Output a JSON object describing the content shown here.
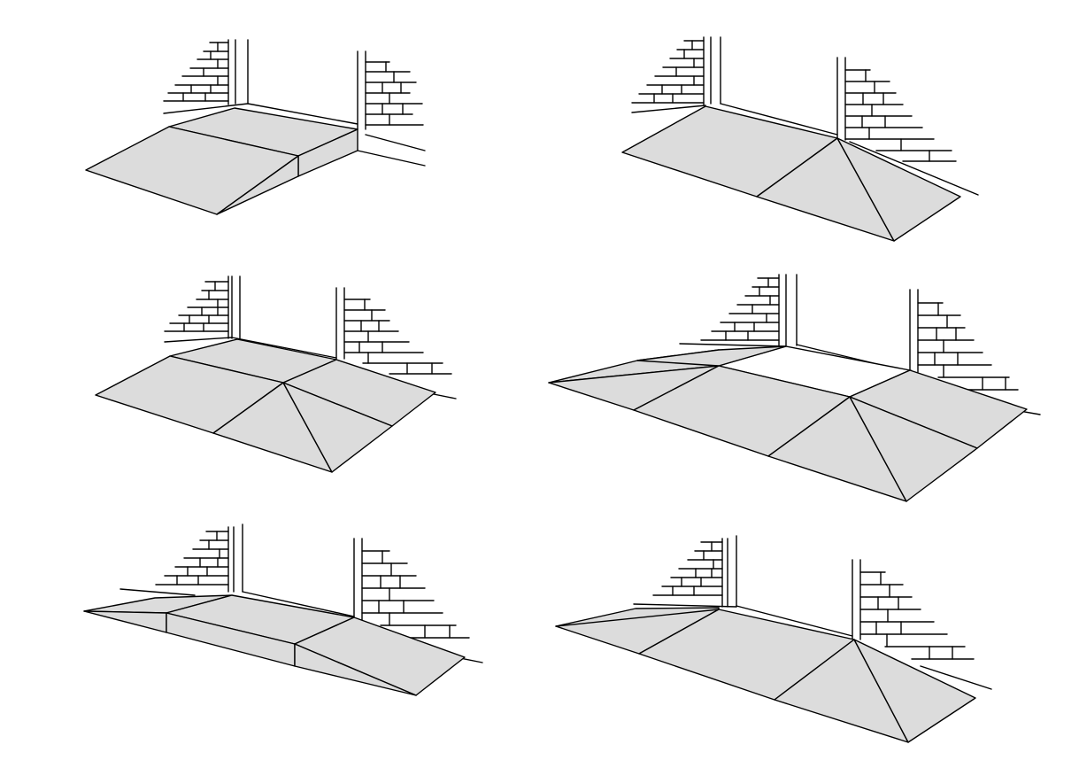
{
  "figure": {
    "panels": [
      {
        "variant": "straight-ramp",
        "surface_color": "#dcdcdc"
      },
      {
        "variant": "hip-ramp",
        "surface_color": "#dcdcdc"
      },
      {
        "variant": "platform-with-hip-end",
        "surface_color": "#dcdcdc"
      },
      {
        "variant": "flared-platform-with-hip-end",
        "surface_color": "#dcdcdc"
      },
      {
        "variant": "flared-platform-with-end-ramp",
        "surface_color": "#dcdcdc"
      },
      {
        "variant": "flared-ramp-with-hip-end",
        "surface_color": "#dcdcdc"
      }
    ],
    "line_color": "#000000",
    "background": "#ffffff"
  }
}
